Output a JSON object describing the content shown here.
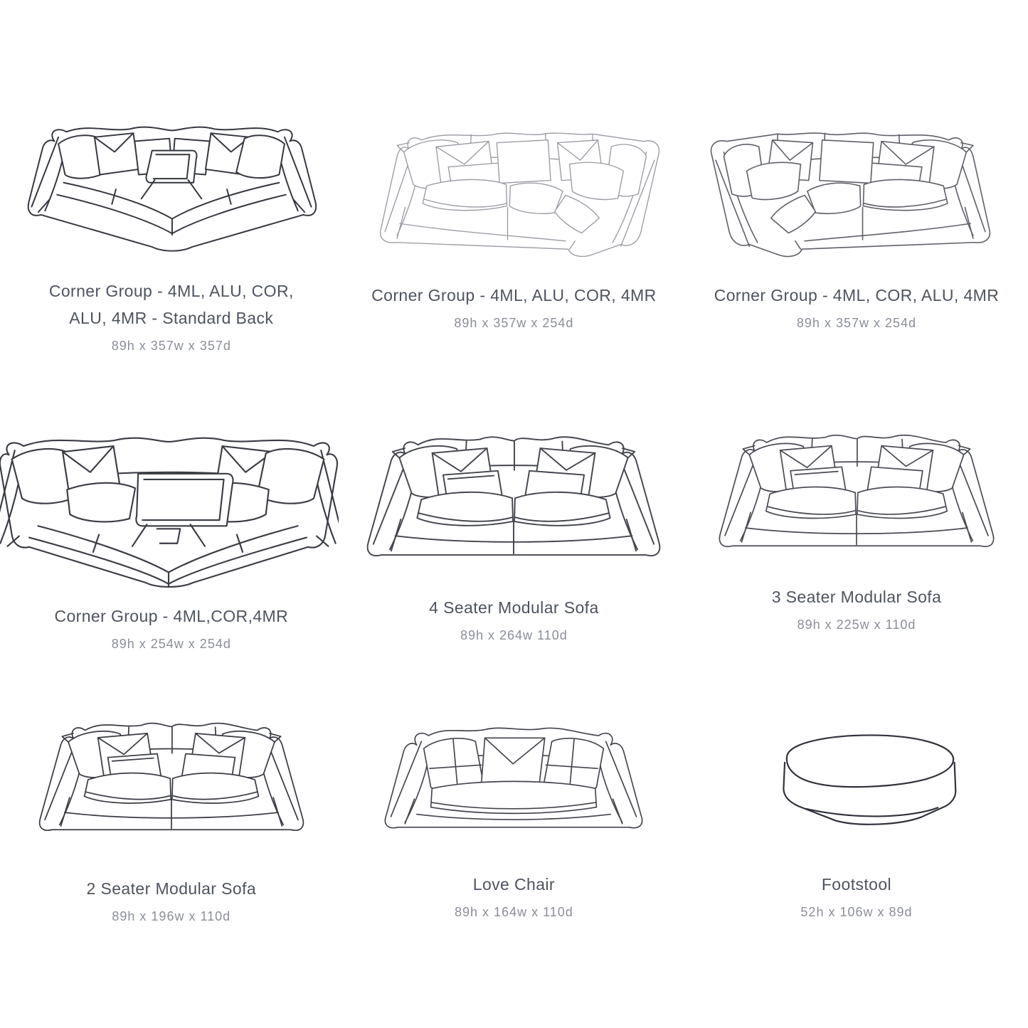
{
  "page": {
    "background": "#ffffff",
    "title_color": "#4e5360",
    "dims_color": "#8b8e98"
  },
  "products": [
    {
      "name": "Corner Group - 4ML, ALU, COR, ALU, 4MR - Standard Back",
      "dimensions": "89h x 357w x 357d",
      "illustration": "corner-group-wide-sketch",
      "line_color": "#35373f"
    },
    {
      "name": "Corner Group - 4ML, ALU, COR, 4MR",
      "dimensions": "89h x 357w x 254d",
      "illustration": "corner-group-right-corner-sketch",
      "line_color": "#989aa2"
    },
    {
      "name": "Corner Group - 4ML, COR, ALU, 4MR",
      "dimensions": "89h x 357w x 254d",
      "illustration": "corner-group-left-corner-sketch",
      "line_color": "#5f6169"
    },
    {
      "name": "Corner Group - 4ML,COR,4MR",
      "dimensions": "89h x 254w x 254d",
      "illustration": "corner-group-small-sketch",
      "line_color": "#3a3c44"
    },
    {
      "name": "4 Seater Modular Sofa",
      "dimensions": "89h x 264w 110d",
      "illustration": "four-seater-sofa-sketch",
      "line_color": "#43454d"
    },
    {
      "name": "3 Seater Modular Sofa",
      "dimensions": "89h x 225w x 110d",
      "illustration": "three-seater-sofa-sketch",
      "line_color": "#4a4c54"
    },
    {
      "name": "2 Seater Modular Sofa",
      "dimensions": "89h x 196w x 110d",
      "illustration": "two-seater-sofa-sketch",
      "line_color": "#3a3c44"
    },
    {
      "name": "Love Chair",
      "dimensions": "89h x 164w x 110d",
      "illustration": "love-chair-sketch",
      "line_color": "#43454d"
    },
    {
      "name": "Footstool",
      "dimensions": "52h x 106w x 89d",
      "illustration": "footstool-sketch",
      "line_color": "#2f313a"
    }
  ]
}
